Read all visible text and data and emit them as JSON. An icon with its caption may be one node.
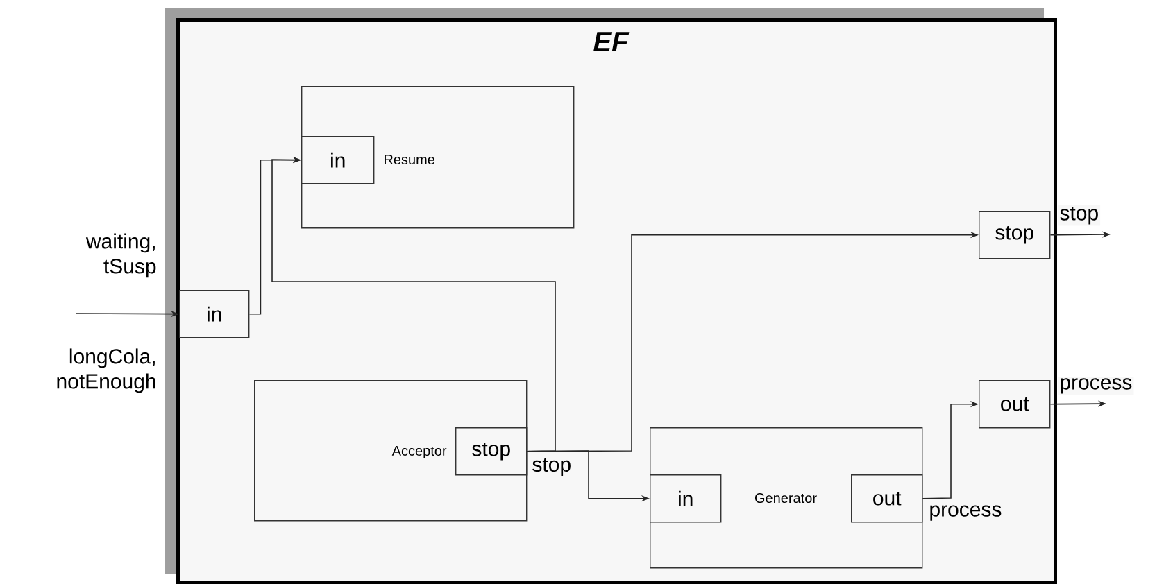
{
  "diagram": {
    "nodes": [
      {
        "text": [
          "EF"
        ]
      },
      {
        "text": [
          "Resume"
        ],
        "in": 0
      },
      {
        "text": [
          "in"
        ],
        "in": 1
      },
      {
        "text": [
          "in"
        ],
        "in": 0
      },
      {
        "text": [
          "Acceptor"
        ],
        "in": 0
      },
      {
        "text": [
          "stop"
        ],
        "in": 4
      },
      {
        "text": [
          "Generator"
        ],
        "in": 0
      },
      {
        "text": [
          "in"
        ],
        "in": 6
      },
      {
        "text": [
          "out"
        ],
        "in": 6
      },
      {
        "text": [
          "stop"
        ],
        "in": 0
      },
      {
        "text": [
          "out"
        ],
        "in": 0
      }
    ],
    "edges": [
      {
        "from": null,
        "to": 3,
        "arrow": "to"
      },
      {
        "from": 3,
        "to": 2,
        "arrow": "to"
      },
      {
        "from": 5,
        "to": 2,
        "arrow": "to"
      },
      {
        "from": 5,
        "to": 9,
        "arrow": "to",
        "label": "stop"
      },
      {
        "from": 5,
        "to": 7,
        "arrow": "to"
      },
      {
        "from": 8,
        "to": 10,
        "arrow": "to",
        "label": "process"
      },
      {
        "from": 9,
        "to": null,
        "arrow": "to",
        "label": "stop"
      },
      {
        "from": 10,
        "to": null,
        "arrow": "to",
        "label": "process"
      }
    ],
    "labels": [
      "waiting, tSusp",
      "longCola, notEnough"
    ]
  }
}
